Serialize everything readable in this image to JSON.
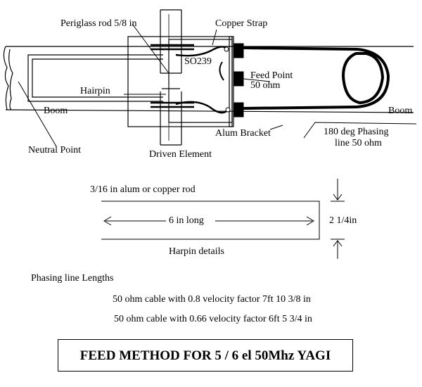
{
  "labels": {
    "periglass_rod": "Periglass rod 5/8 in",
    "copper_strap": "Copper Strap",
    "so239": "SO239",
    "feed_point_line1": "Feed Point",
    "feed_point_line2": "50 ohm",
    "hairpin": "Hairpin",
    "boom_left": "Boom",
    "boom_right": "Boom",
    "alum_bracket": "Alum Bracket",
    "phasing_line1": "180 deg Phasing",
    "phasing_line2": "line 50 ohm",
    "neutral_point": "Neutral Point",
    "driven_element": "Driven Element"
  },
  "hairpin_details": {
    "rod_material": "3/16 in alum or copper rod",
    "length": "6 in long",
    "spacing": "2 1/4in",
    "caption": "Harpin details"
  },
  "phasing_lengths": {
    "heading": "Phasing line Lengths",
    "rows": [
      {
        "text": "50 ohm cable with 0.8 velocity factor  7ft 10 3/8 in"
      },
      {
        "text": "50 ohm cable with 0.66 velocity factor  6ft 5 3/4 in"
      }
    ]
  },
  "title": "FEED METHOD FOR 5 / 6 el 50Mhz YAGI"
}
